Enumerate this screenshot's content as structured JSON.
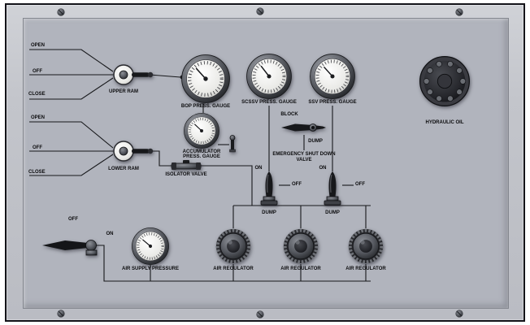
{
  "rams": {
    "upper": {
      "name": "UPPER RAM",
      "open": "OPEN",
      "off": "OFF",
      "close": "CLOSE"
    },
    "lower": {
      "name": "LOWER RAM",
      "open": "OPEN",
      "off": "OFF",
      "close": "CLOSE"
    }
  },
  "gauges": {
    "bop": {
      "label": "BOP PRESS. GAUGE"
    },
    "scssv": {
      "label": "SCSSV PRESS. GAUGE"
    },
    "ssv": {
      "label": "SSV PRESS. GAUGE"
    },
    "accumulator": {
      "line1": "ACCUMULATOR",
      "line2": "PRESS. GAUGE"
    },
    "air_supply": {
      "label": "AIR SUPPLY PRESSURE"
    }
  },
  "valves": {
    "isolator": {
      "label": "ISOLATOR VALVE"
    },
    "esd": {
      "line1": "EMERGENCY SHUT DOWN",
      "line2": "VALVE",
      "block": "BLOCK",
      "dump": "DUMP"
    },
    "dump1": {
      "on": "ON",
      "off": "OFF",
      "label": "DUMP"
    },
    "dump2": {
      "on": "ON",
      "off": "OFF",
      "label": "DUMP"
    },
    "air_main": {
      "off": "OFF",
      "on": "ON"
    }
  },
  "regulators": {
    "label": "AIR REGULATOR"
  },
  "reservoir": {
    "label": "HYDRAULIC OIL"
  },
  "colors": {
    "panel_face": "#b1b4bd",
    "panel_frame": "#c6c8cd",
    "line": "#17181b",
    "gauge_face": "#f2f2ef"
  }
}
